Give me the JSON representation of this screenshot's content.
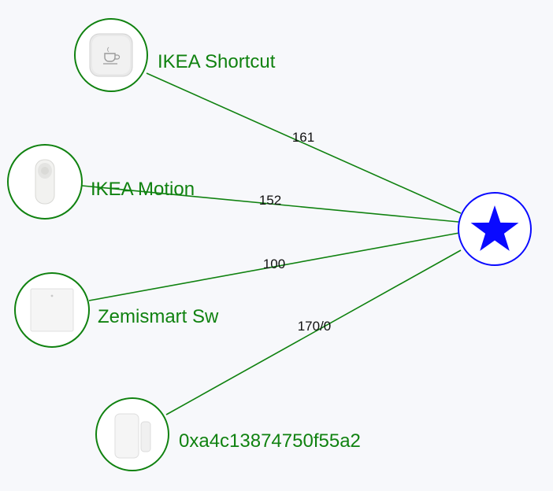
{
  "colors": {
    "background": "#f7f8fb",
    "link": "#108210",
    "device_ring": "#108210",
    "device_label": "#108210",
    "coordinator": "#0a0aff",
    "lqi_text": "#111111"
  },
  "coordinator": {
    "icon": "star-icon"
  },
  "devices": [
    {
      "id": "ikea-shortcut",
      "name": "IKEA Shortcut",
      "lqi": "161",
      "icon": "shortcut-button-icon"
    },
    {
      "id": "ikea-motion",
      "name": "IKEA Motion",
      "lqi": "152",
      "icon": "motion-sensor-icon"
    },
    {
      "id": "zemismart-sw",
      "name": "Zemismart Sw",
      "lqi": "100",
      "icon": "wall-switch-icon"
    },
    {
      "id": "door-sensor",
      "name": "0xa4c13874750f55a2",
      "lqi": "170/0",
      "icon": "door-sensor-icon"
    }
  ]
}
